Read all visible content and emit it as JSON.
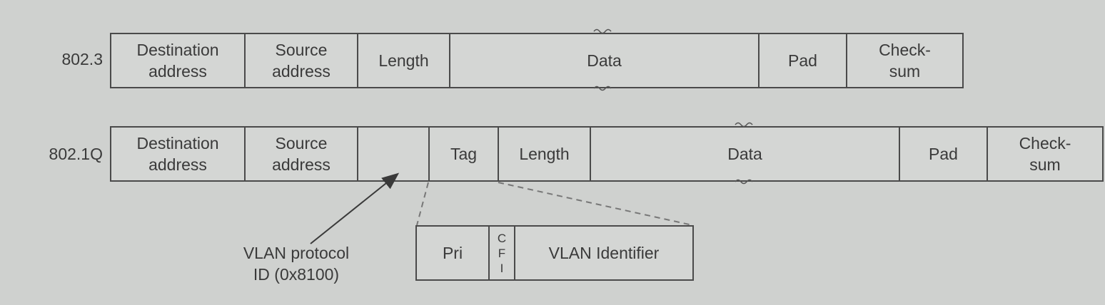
{
  "frame_8023": {
    "label": "802.3",
    "fields": [
      "Destination\naddress",
      "Source\naddress",
      "Length",
      "Data",
      "Pad",
      "Check-\nsum"
    ]
  },
  "frame_8021q": {
    "label": "802.1Q",
    "fields": [
      "Destination\naddress",
      "Source\naddress",
      "",
      "Tag",
      "Length",
      "Data",
      "Pad",
      "Check-\nsum"
    ]
  },
  "tag_detail": {
    "fields": [
      "Pri",
      "C\nF\nI",
      "VLAN Identifier"
    ]
  },
  "annotation": {
    "vlan_protocol": "VLAN protocol\nID (0x8100)"
  }
}
